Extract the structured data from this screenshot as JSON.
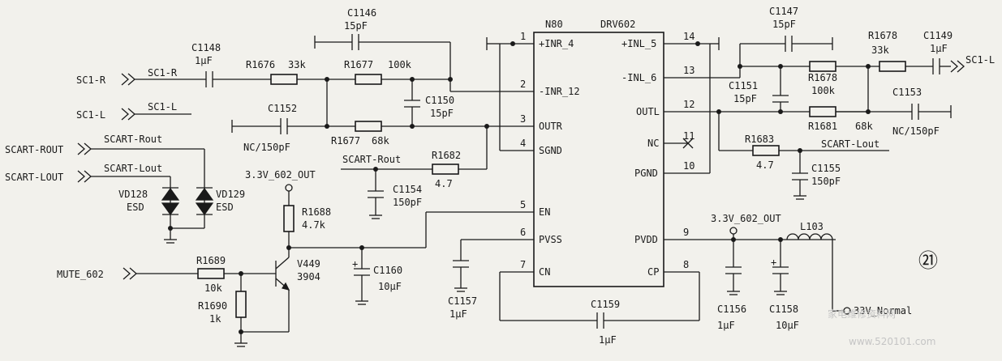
{
  "ic": {
    "ref": "N80",
    "part": "DRV602"
  },
  "pins_left": [
    {
      "num": "1",
      "name": "+INR_4"
    },
    {
      "num": "2",
      "name": "-INR_12"
    },
    {
      "num": "3",
      "name": "OUTR"
    },
    {
      "num": "4",
      "name": "SGND"
    },
    {
      "num": "5",
      "name": "EN"
    },
    {
      "num": "6",
      "name": "PVSS"
    },
    {
      "num": "7",
      "name": "CN"
    }
  ],
  "pins_right": [
    {
      "num": "14",
      "name": "+INL_5"
    },
    {
      "num": "13",
      "name": "-INL_6"
    },
    {
      "num": "12",
      "name": "OUTL"
    },
    {
      "num": "11",
      "name": "NC"
    },
    {
      "num": "10",
      "name": "PGND"
    },
    {
      "num": "9",
      "name": "PVDD"
    },
    {
      "num": "8",
      "name": "CP"
    }
  ],
  "ports": {
    "sc1_r": "SC1-R",
    "sc1_l": "SC1-L",
    "scart_rout": "SCART-ROUT",
    "scart_lout": "SCART-LOUT",
    "mute": "MUTE_602",
    "sc1_l_right": "SC1-L"
  },
  "nets": {
    "sc1_r": "SC1-R",
    "sc1_l": "SC1-L",
    "scart_rout": "SCART-Rout",
    "scart_lout": "SCART-Lout",
    "scart_rout2": "SCART-Rout",
    "scart_lout2": "SCART-Lout",
    "v602_a": "3.3V_602_OUT",
    "v602_b": "3.3V_602_OUT",
    "v33": "33V_Normal"
  },
  "components": {
    "c1146": {
      "ref": "C1146",
      "val": "15pF"
    },
    "c1148": {
      "ref": "C1148",
      "val": "1μF"
    },
    "r1676": {
      "ref": "R1676",
      "val": "33k"
    },
    "r1677a": {
      "ref": "R1677",
      "val": "100k"
    },
    "c1150": {
      "ref": "C1150",
      "val": "15pF"
    },
    "c1152": {
      "ref": "C1152",
      "val": "NC/150pF"
    },
    "r1677b": {
      "ref": "R1677",
      "val": "68k"
    },
    "r1682": {
      "ref": "R1682",
      "val": "4.7"
    },
    "c1154": {
      "ref": "C1154",
      "val": "150pF"
    },
    "vd128": {
      "ref": "VD128",
      "val": "ESD"
    },
    "vd129": {
      "ref": "VD129",
      "val": "ESD"
    },
    "r1688": {
      "ref": "R1688",
      "val": "4.7k"
    },
    "r1689": {
      "ref": "R1689",
      "val": "10k"
    },
    "r1690": {
      "ref": "R1690",
      "val": "1k"
    },
    "v449": {
      "ref": "V449",
      "val": "3904"
    },
    "c1160": {
      "ref": "C1160",
      "val": "10μF"
    },
    "c1157": {
      "ref": "C1157",
      "val": "1μF"
    },
    "c1159": {
      "ref": "C1159",
      "val": "1μF"
    },
    "c1147": {
      "ref": "C1147",
      "val": "15pF"
    },
    "r1678a": {
      "ref": "R1678",
      "val": "33k"
    },
    "c1149": {
      "ref": "C1149",
      "val": "1μF"
    },
    "c1151": {
      "ref": "C1151",
      "val": "15pF"
    },
    "r1678b": {
      "ref": "R1678",
      "val": "100k"
    },
    "c1153": {
      "ref": "C1153",
      "val": "NC/150pF"
    },
    "r1681": {
      "ref": "R1681",
      "val": "68k"
    },
    "r1683": {
      "ref": "R1683",
      "val": "4.7"
    },
    "c1155": {
      "ref": "C1155",
      "val": "150pF"
    },
    "l103": {
      "ref": "L103"
    },
    "c1156": {
      "ref": "C1156",
      "val": "1μF"
    },
    "c1158": {
      "ref": "C1158",
      "val": "10μF"
    }
  },
  "figure_number": "㉑",
  "watermark": {
    "text": "家电维修资料网",
    "url": "www.520101.com"
  }
}
